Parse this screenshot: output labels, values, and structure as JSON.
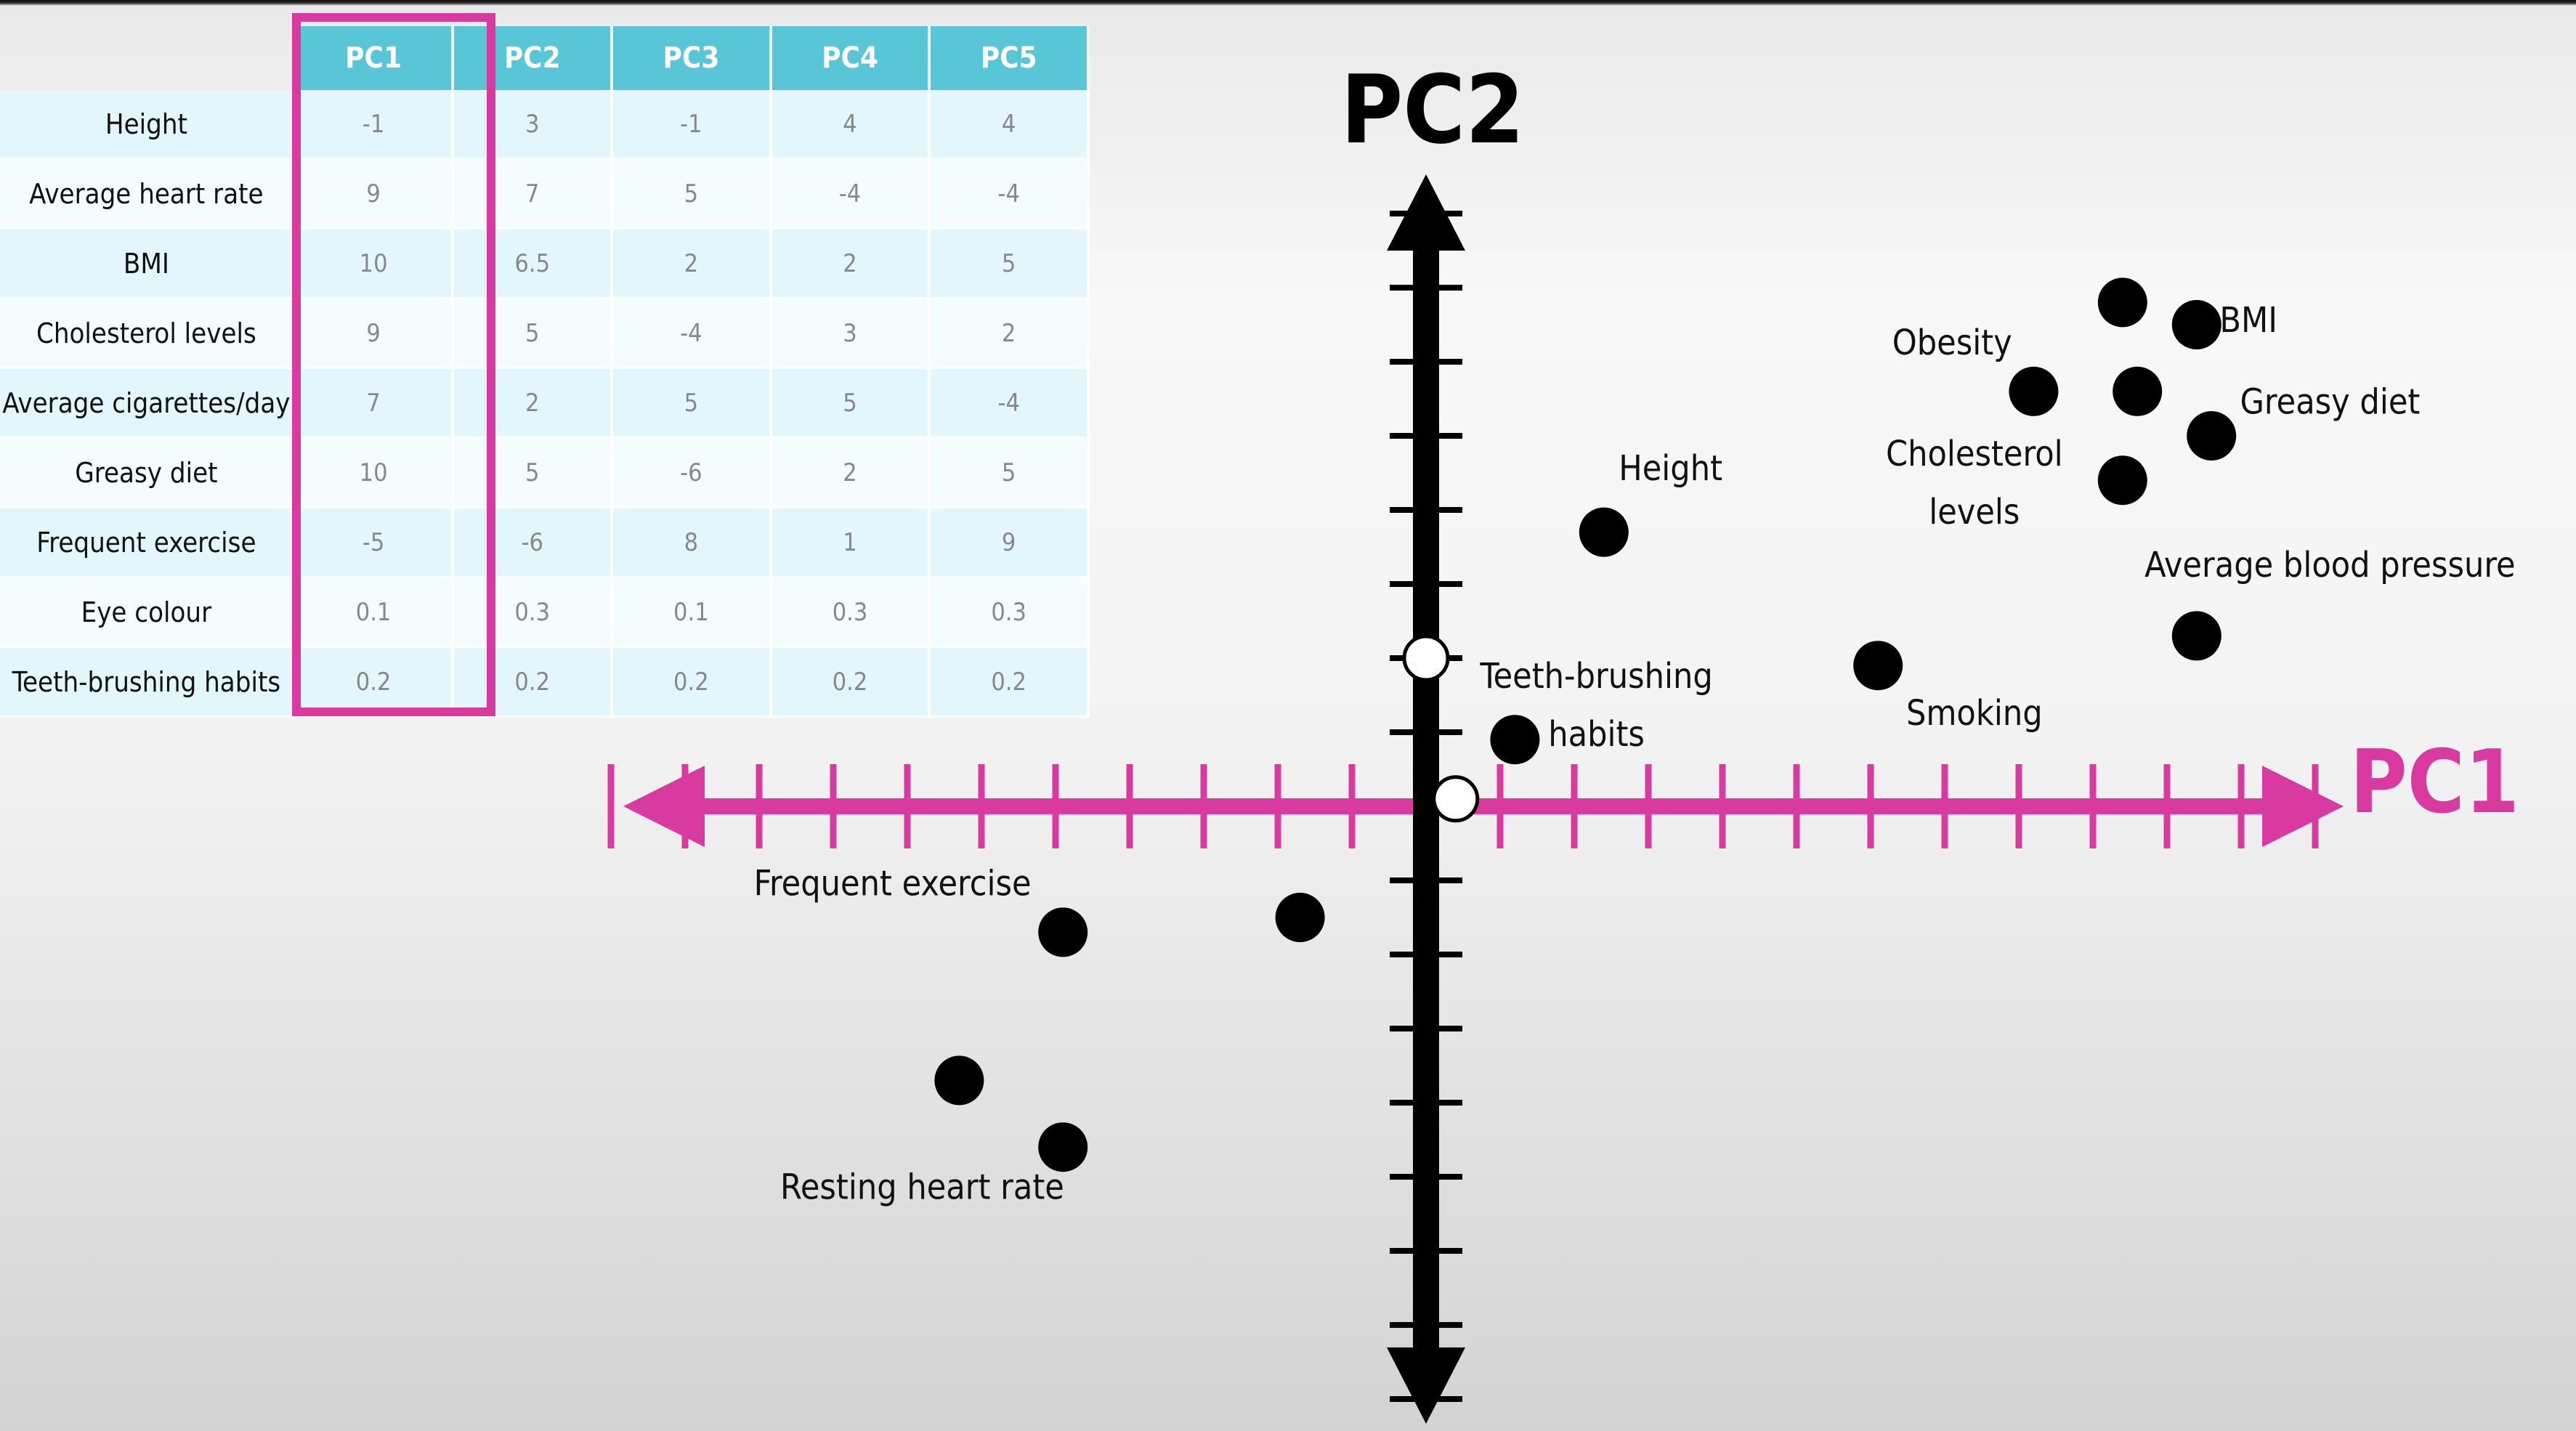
{
  "table": {
    "columns": [
      "PC1",
      "PC2",
      "PC3",
      "PC4",
      "PC5"
    ],
    "rows": [
      {
        "label": "Height",
        "values": [
          "-1",
          "3",
          "-1",
          "4",
          "4"
        ]
      },
      {
        "label": "Average heart rate",
        "values": [
          "9",
          "7",
          "5",
          "-4",
          "-4"
        ]
      },
      {
        "label": "BMI",
        "values": [
          "10",
          "6.5",
          "2",
          "2",
          "5"
        ]
      },
      {
        "label": "Cholesterol levels",
        "values": [
          "9",
          "5",
          "-4",
          "3",
          "2"
        ]
      },
      {
        "label": "Average cigarettes/day",
        "values": [
          "7",
          "2",
          "5",
          "5",
          "-4"
        ]
      },
      {
        "label": "Greasy diet",
        "values": [
          "10",
          "5",
          "-6",
          "2",
          "5"
        ]
      },
      {
        "label": "Frequent exercise",
        "values": [
          "-5",
          "-6",
          "8",
          "1",
          "9"
        ]
      },
      {
        "label": "Eye colour",
        "values": [
          "0.1",
          "0.3",
          "0.1",
          "0.3",
          "0.3"
        ]
      },
      {
        "label": "Teeth-brushing habits",
        "values": [
          "0.2",
          "0.2",
          "0.2",
          "0.2",
          "0.2"
        ]
      }
    ],
    "highlighted_column": "PC1",
    "colors": {
      "header": "#59c6d8",
      "row_odd": "#e2f6fb",
      "row_even": "#f4fcfd",
      "highlight": "#d93aa0"
    }
  },
  "chart_data": {
    "type": "scatter",
    "xlabel": "PC1",
    "ylabel": "PC2",
    "xlim": [
      -11,
      12
    ],
    "ylim": [
      -8,
      8
    ],
    "x_axis_color": "#d93aa0",
    "y_axis_color": "#000000",
    "grid": false,
    "points": [
      {
        "x": 0.0,
        "y": 2.0,
        "style": "hollow"
      },
      {
        "x": 0.4,
        "y": 0.1,
        "style": "hollow"
      },
      {
        "x": 1.2,
        "y": 0.9,
        "style": "filled"
      },
      {
        "x": 2.4,
        "y": 3.7,
        "style": "filled"
      },
      {
        "x": 6.1,
        "y": 1.9,
        "style": "filled"
      },
      {
        "x": 8.2,
        "y": 5.6,
        "style": "filled"
      },
      {
        "x": 9.4,
        "y": 6.8,
        "style": "filled"
      },
      {
        "x": 9.4,
        "y": 4.4,
        "style": "filled"
      },
      {
        "x": 9.6,
        "y": 5.6,
        "style": "filled"
      },
      {
        "x": 10.4,
        "y": 6.5,
        "style": "filled"
      },
      {
        "x": 10.6,
        "y": 5.0,
        "style": "filled"
      },
      {
        "x": 10.4,
        "y": 2.3,
        "style": "filled"
      },
      {
        "x": -1.7,
        "y": -1.5,
        "style": "filled"
      },
      {
        "x": -4.9,
        "y": -1.7,
        "style": "filled"
      },
      {
        "x": -6.3,
        "y": -3.7,
        "style": "filled"
      },
      {
        "x": -4.9,
        "y": -4.6,
        "style": "filled"
      }
    ],
    "annotations": [
      {
        "lines": [
          "Height"
        ],
        "x": 3.3,
        "y": 4.4,
        "anchor": "middle"
      },
      {
        "lines": [
          "Teeth-brushing",
          "habits"
        ],
        "x": 2.3,
        "y": 1.6,
        "anchor": "middle"
      },
      {
        "lines": [
          "Obesity"
        ],
        "x": 7.1,
        "y": 6.1,
        "anchor": "middle"
      },
      {
        "lines": [
          "BMI"
        ],
        "x": 11.1,
        "y": 6.4,
        "anchor": "middle"
      },
      {
        "lines": [
          "Greasy diet"
        ],
        "x": 12.2,
        "y": 5.3,
        "anchor": "middle"
      },
      {
        "lines": [
          "Cholesterol",
          "levels"
        ],
        "x": 7.4,
        "y": 4.6,
        "anchor": "middle"
      },
      {
        "lines": [
          "Average blood pressure"
        ],
        "x": 12.2,
        "y": 3.1,
        "anchor": "middle"
      },
      {
        "lines": [
          "Smoking"
        ],
        "x": 7.4,
        "y": 1.1,
        "anchor": "middle"
      },
      {
        "lines": [
          "Frequent exercise"
        ],
        "x": -7.2,
        "y": -1.2,
        "anchor": "middle"
      },
      {
        "lines": [
          "Resting heart rate"
        ],
        "x": -6.8,
        "y": -5.3,
        "anchor": "middle"
      }
    ]
  }
}
